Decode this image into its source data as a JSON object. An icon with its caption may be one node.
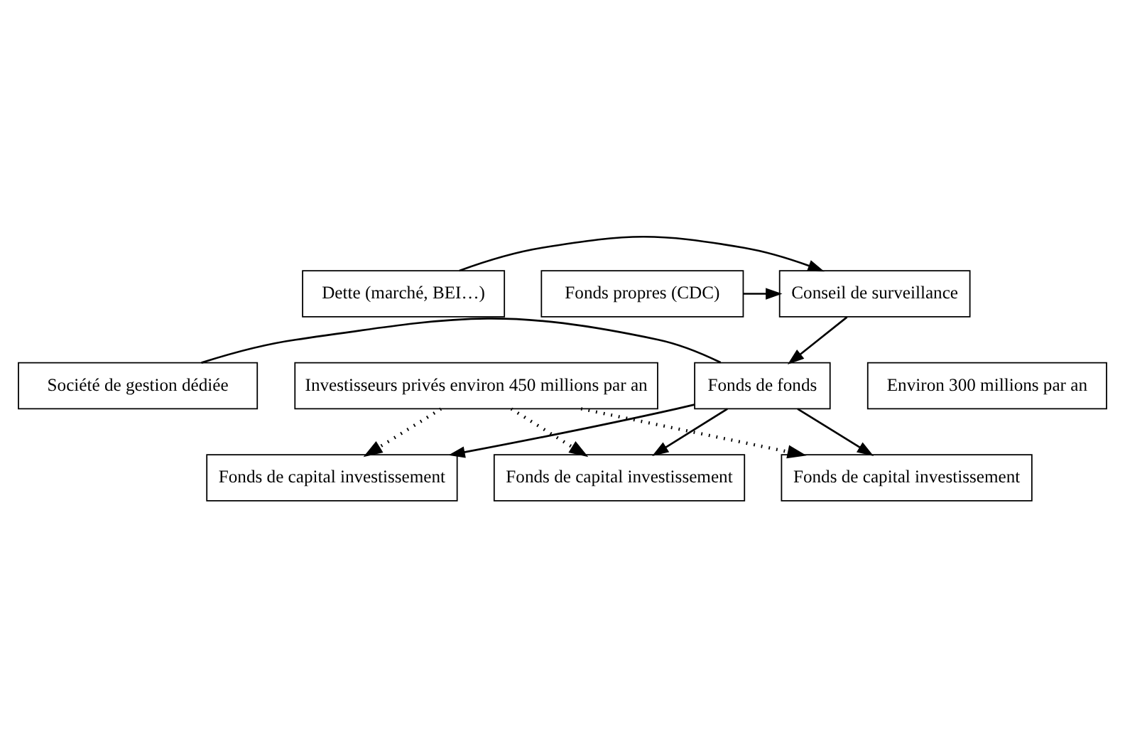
{
  "diagram": {
    "nodes": [
      {
        "text": [
          "Fonds propres (CDC)"
        ]
      },
      {
        "text": [
          "Dette (marché, BEI…)"
        ]
      },
      {
        "text": [
          "Conseil de surveillance"
        ]
      },
      {
        "text": [
          "Investisseurs privés environ 450 millions par an"
        ]
      },
      {
        "text": [
          "Fonds de fonds"
        ]
      },
      {
        "text": [
          "Société de gestion dédiée"
        ]
      },
      {
        "text": [
          "Environ 300 millions par an"
        ]
      },
      {
        "text": [
          "Fonds de capital investissement"
        ]
      },
      {
        "text": [
          "Fonds de capital investissement"
        ]
      },
      {
        "text": [
          "Fonds de capital investissement"
        ]
      }
    ],
    "edges": [
      {
        "from": 0,
        "to": 2,
        "arrow": "to"
      },
      {
        "from": 1,
        "to": 2,
        "arrow": "to"
      },
      {
        "from": 2,
        "to": 4,
        "arrow": "to"
      },
      {
        "from": 5,
        "to": 4,
        "arrow": "none"
      },
      {
        "from": 4,
        "to": 7,
        "arrow": "to"
      },
      {
        "from": 4,
        "to": 8,
        "arrow": "to"
      },
      {
        "from": 4,
        "to": 9,
        "arrow": "to"
      },
      {
        "from": 3,
        "to": 7,
        "arrow": "to",
        "style": "dashed"
      },
      {
        "from": 3,
        "to": 8,
        "arrow": "to",
        "style": "dashed"
      },
      {
        "from": 3,
        "to": 9,
        "arrow": "to",
        "style": "dashed"
      }
    ]
  }
}
